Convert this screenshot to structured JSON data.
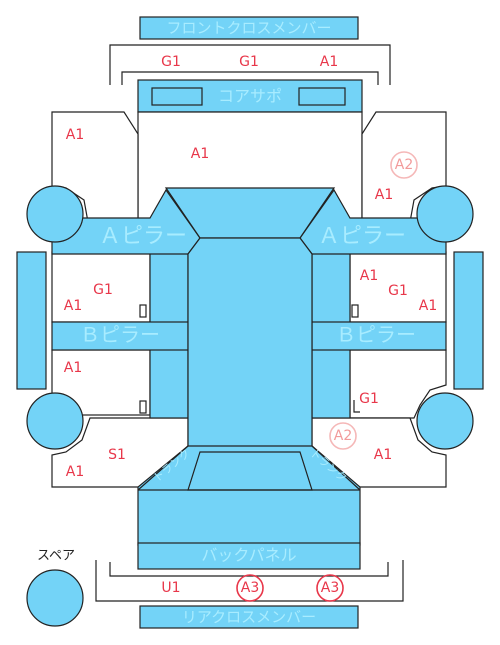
{
  "labels": {
    "front_cross_member": "フロントクロスメンバー",
    "core_support": "コアサポ",
    "a_pillar_left": "Ａピラー",
    "a_pillar_right": "Ａピラー",
    "b_pillar_left": "Ｂピラー",
    "b_pillar_right": "Ｂピラー",
    "back_panel": "バックパネル",
    "rear_cross_member": "リアクロスメンバー",
    "spare": "スペア",
    "trunk_left": "トランク",
    "trunk_right": "トランク"
  },
  "codes": {
    "fcm_1": "G1",
    "fcm_2": "G1",
    "fcm_3": "A1",
    "front_left_fender": "A1",
    "hood": "A1",
    "front_right_fender_ring": "A2",
    "front_right_fender": "A1",
    "front_left_door_1": "A1",
    "front_left_door_2": "G1",
    "front_right_door_1": "A1",
    "front_right_door_2": "G1",
    "front_right_door_3": "A1",
    "rear_left_door": "A1",
    "rear_right_door": "G1",
    "rear_right_quarter_ring": "A2",
    "rear_left_quarter_1": "S1",
    "rear_left_quarter_2": "A1",
    "rear_right_quarter": "A1",
    "rcm_1": "U1",
    "rcm_2": "A3",
    "rcm_3": "A3"
  },
  "colors": {
    "part_fill": "#73d3f7",
    "part_label": "#a8ecff",
    "code_red": "#e8374a",
    "code_faint": "#f29b9b"
  }
}
